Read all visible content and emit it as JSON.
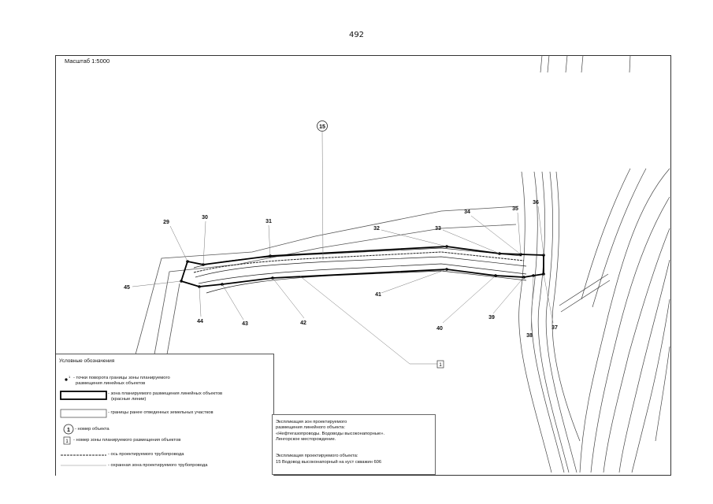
{
  "page_number": "492",
  "scale": "Масштаб 1:5000",
  "object_marker": "15",
  "zone_marker": "1",
  "points": [
    {
      "label": "29"
    },
    {
      "label": "30"
    },
    {
      "label": "31"
    },
    {
      "label": "32"
    },
    {
      "label": "33"
    },
    {
      "label": "34"
    },
    {
      "label": "35"
    },
    {
      "label": "36"
    },
    {
      "label": "37"
    },
    {
      "label": "38"
    },
    {
      "label": "39"
    },
    {
      "label": "40"
    },
    {
      "label": "41"
    },
    {
      "label": "42"
    },
    {
      "label": "43"
    },
    {
      "label": "44"
    },
    {
      "label": "45"
    }
  ],
  "legend": {
    "title": "Условные обозначения",
    "item_points": "- точки поворота границы зоны планируемого",
    "item_points_2": "размещения линейных объектов",
    "item_zone": "- зона планируемого размещения линейных объектов",
    "item_zone_2": "(красные линии)",
    "item_parcels": "- границы ранее отведенных земельных участков",
    "item_object_number": "- номер  объекта",
    "item_zone_number": "- номер зоны планируемого размещения объектов",
    "item_axis": "- ось проектируемого трубопровода",
    "item_protect": "- охранная зона проектируемого трубопровода",
    "sample_object": "1",
    "sample_zone": "1",
    "sample_point": "1"
  },
  "explication": {
    "line1": "Экспликация зон проектируемого",
    "line2": "размещения линейного объекта:",
    "line3": "«Нефтегазопроводы. Водоводы высоконапорные».",
    "line4": "Ленгорское месторождение.",
    "line5": "Экспликация проектируемого объекта:",
    "line6": "15   Водовод высоконапорный на куст скважин 606"
  }
}
